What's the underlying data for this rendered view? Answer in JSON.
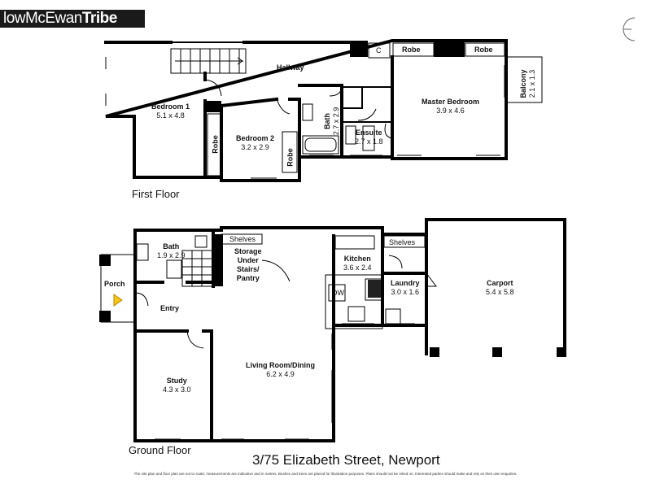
{
  "brand": {
    "logo_text_a": "lowMcEwan",
    "logo_text_b": "Tribe"
  },
  "first_floor": {
    "title": "First Floor",
    "rooms": {
      "hallway": {
        "name": "Hallway"
      },
      "bedroom1": {
        "name": "Bedroom 1",
        "size": "5.1 x 4.8"
      },
      "bedroom2": {
        "name": "Bedroom 2",
        "size": "3.2 x 2.9"
      },
      "robe_b1": {
        "name": "Robe"
      },
      "robe_b2": {
        "name": "Robe"
      },
      "bath": {
        "name": "Bath",
        "size": "2.7 x 2.9"
      },
      "ensuite": {
        "name": "Ensuite",
        "size": "2.7 x 1.8"
      },
      "master": {
        "name": "Master Bedroom",
        "size": "3.9 x 4.6"
      },
      "robe_m1": {
        "name": "Robe"
      },
      "robe_m2": {
        "name": "Robe"
      },
      "cupboard": {
        "name": "C"
      },
      "balcony": {
        "name": "Balcony",
        "size": "2.1 x 1.3"
      }
    }
  },
  "ground_floor": {
    "title": "Ground Floor",
    "rooms": {
      "bath": {
        "name": "Bath",
        "size": "1.9 x 2.9"
      },
      "shelves1": {
        "name": "Shelves"
      },
      "storage": {
        "name": "Storage Under Stairs/ Pantry",
        "line1": "Storage",
        "line2": "Under",
        "line3": "Stairs/",
        "line4": "Pantry"
      },
      "kitchen": {
        "name": "Kitchen",
        "size": "3.6 x 2.4"
      },
      "dw": {
        "name": "DW"
      },
      "shelves2": {
        "name": "Shelves"
      },
      "laundry": {
        "name": "Laundry",
        "size": "3.0 x 1.6"
      },
      "carport": {
        "name": "Carport",
        "size": "5.4 x 5.8"
      },
      "porch": {
        "name": "Porch"
      },
      "entry": {
        "name": "Entry"
      },
      "study": {
        "name": "Study",
        "size": "4.3 x 3.0"
      },
      "living": {
        "name": "Living Room/Dining",
        "size": "6.2 x 4.9"
      }
    }
  },
  "address": "3/75 Elizabeth Street, Newport",
  "disclaimer": "The site plan and floor plan are not to scale; measurements are indicative and in metres. Bushes and trees are placed for illustration purposes. Plans should not be relied on. Interested parties should make and rely on their own enquiries.",
  "colors": {
    "wall": "#000000",
    "entry_arrow": "#f5c518"
  }
}
